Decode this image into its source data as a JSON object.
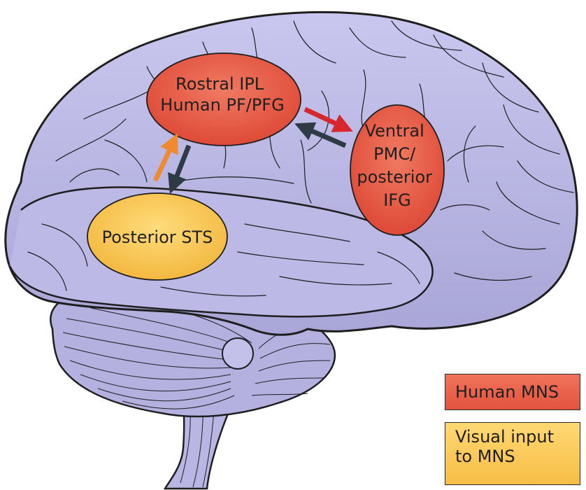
{
  "regions": {
    "rostral_ipl": {
      "lines": [
        "Rostral IPL",
        "Human PF/PFG"
      ]
    },
    "ventral_pmc": {
      "lines": [
        "Ventral",
        "PMC/",
        "posterior",
        "IFG"
      ]
    },
    "posterior_sts": {
      "lines": [
        "Posterior STS"
      ]
    }
  },
  "legend": {
    "human_mns": {
      "label": "Human MNS",
      "color": "#e8604a"
    },
    "visual_input": {
      "lines": [
        "Visual input",
        "to MNS"
      ],
      "color": "#f7c552"
    }
  },
  "colors": {
    "brain_fill": "#b4b1e0",
    "brain_fill_light": "#cfcdef",
    "brain_outline": "#1e1e1e",
    "red_region": "#e8604a",
    "yellow_region": "#f7c552",
    "arrow_red": "#d8262e",
    "arrow_orange": "#f08a30",
    "arrow_dark": "#2f3b44"
  }
}
